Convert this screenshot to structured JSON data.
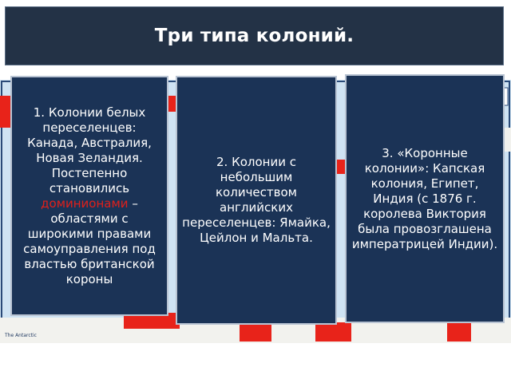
{
  "title": "Три типа колоний.",
  "map": {
    "caption": "The Antarctic",
    "colors": {
      "sea": "#cfe3f3",
      "land": "#f2f2ee",
      "empire": "#e8231a",
      "border": "#2a4a78"
    }
  },
  "cards": [
    {
      "text_before": "1. Колонии белых переселенцев: Канада, Австралия, Новая Зеландия. Постепенно становились ",
      "highlight": "доминионами",
      "text_after": " – областями с широкими правами самоуправления под властью британской короны"
    },
    {
      "text": "2. Колонии с небольшим количеством английских переселенцев: Ямайка, Цейлон и Мальта."
    },
    {
      "text": "3. «Коронные колонии»: Капская колония, Египет, Индия (с 1876 г. королева Виктория была провозглашена императрицей Индии)."
    }
  ],
  "colors": {
    "title_bg": "#233246",
    "card_bg": "#1b3356",
    "card_border": "#b9c4d3",
    "highlight": "#e0201b"
  }
}
